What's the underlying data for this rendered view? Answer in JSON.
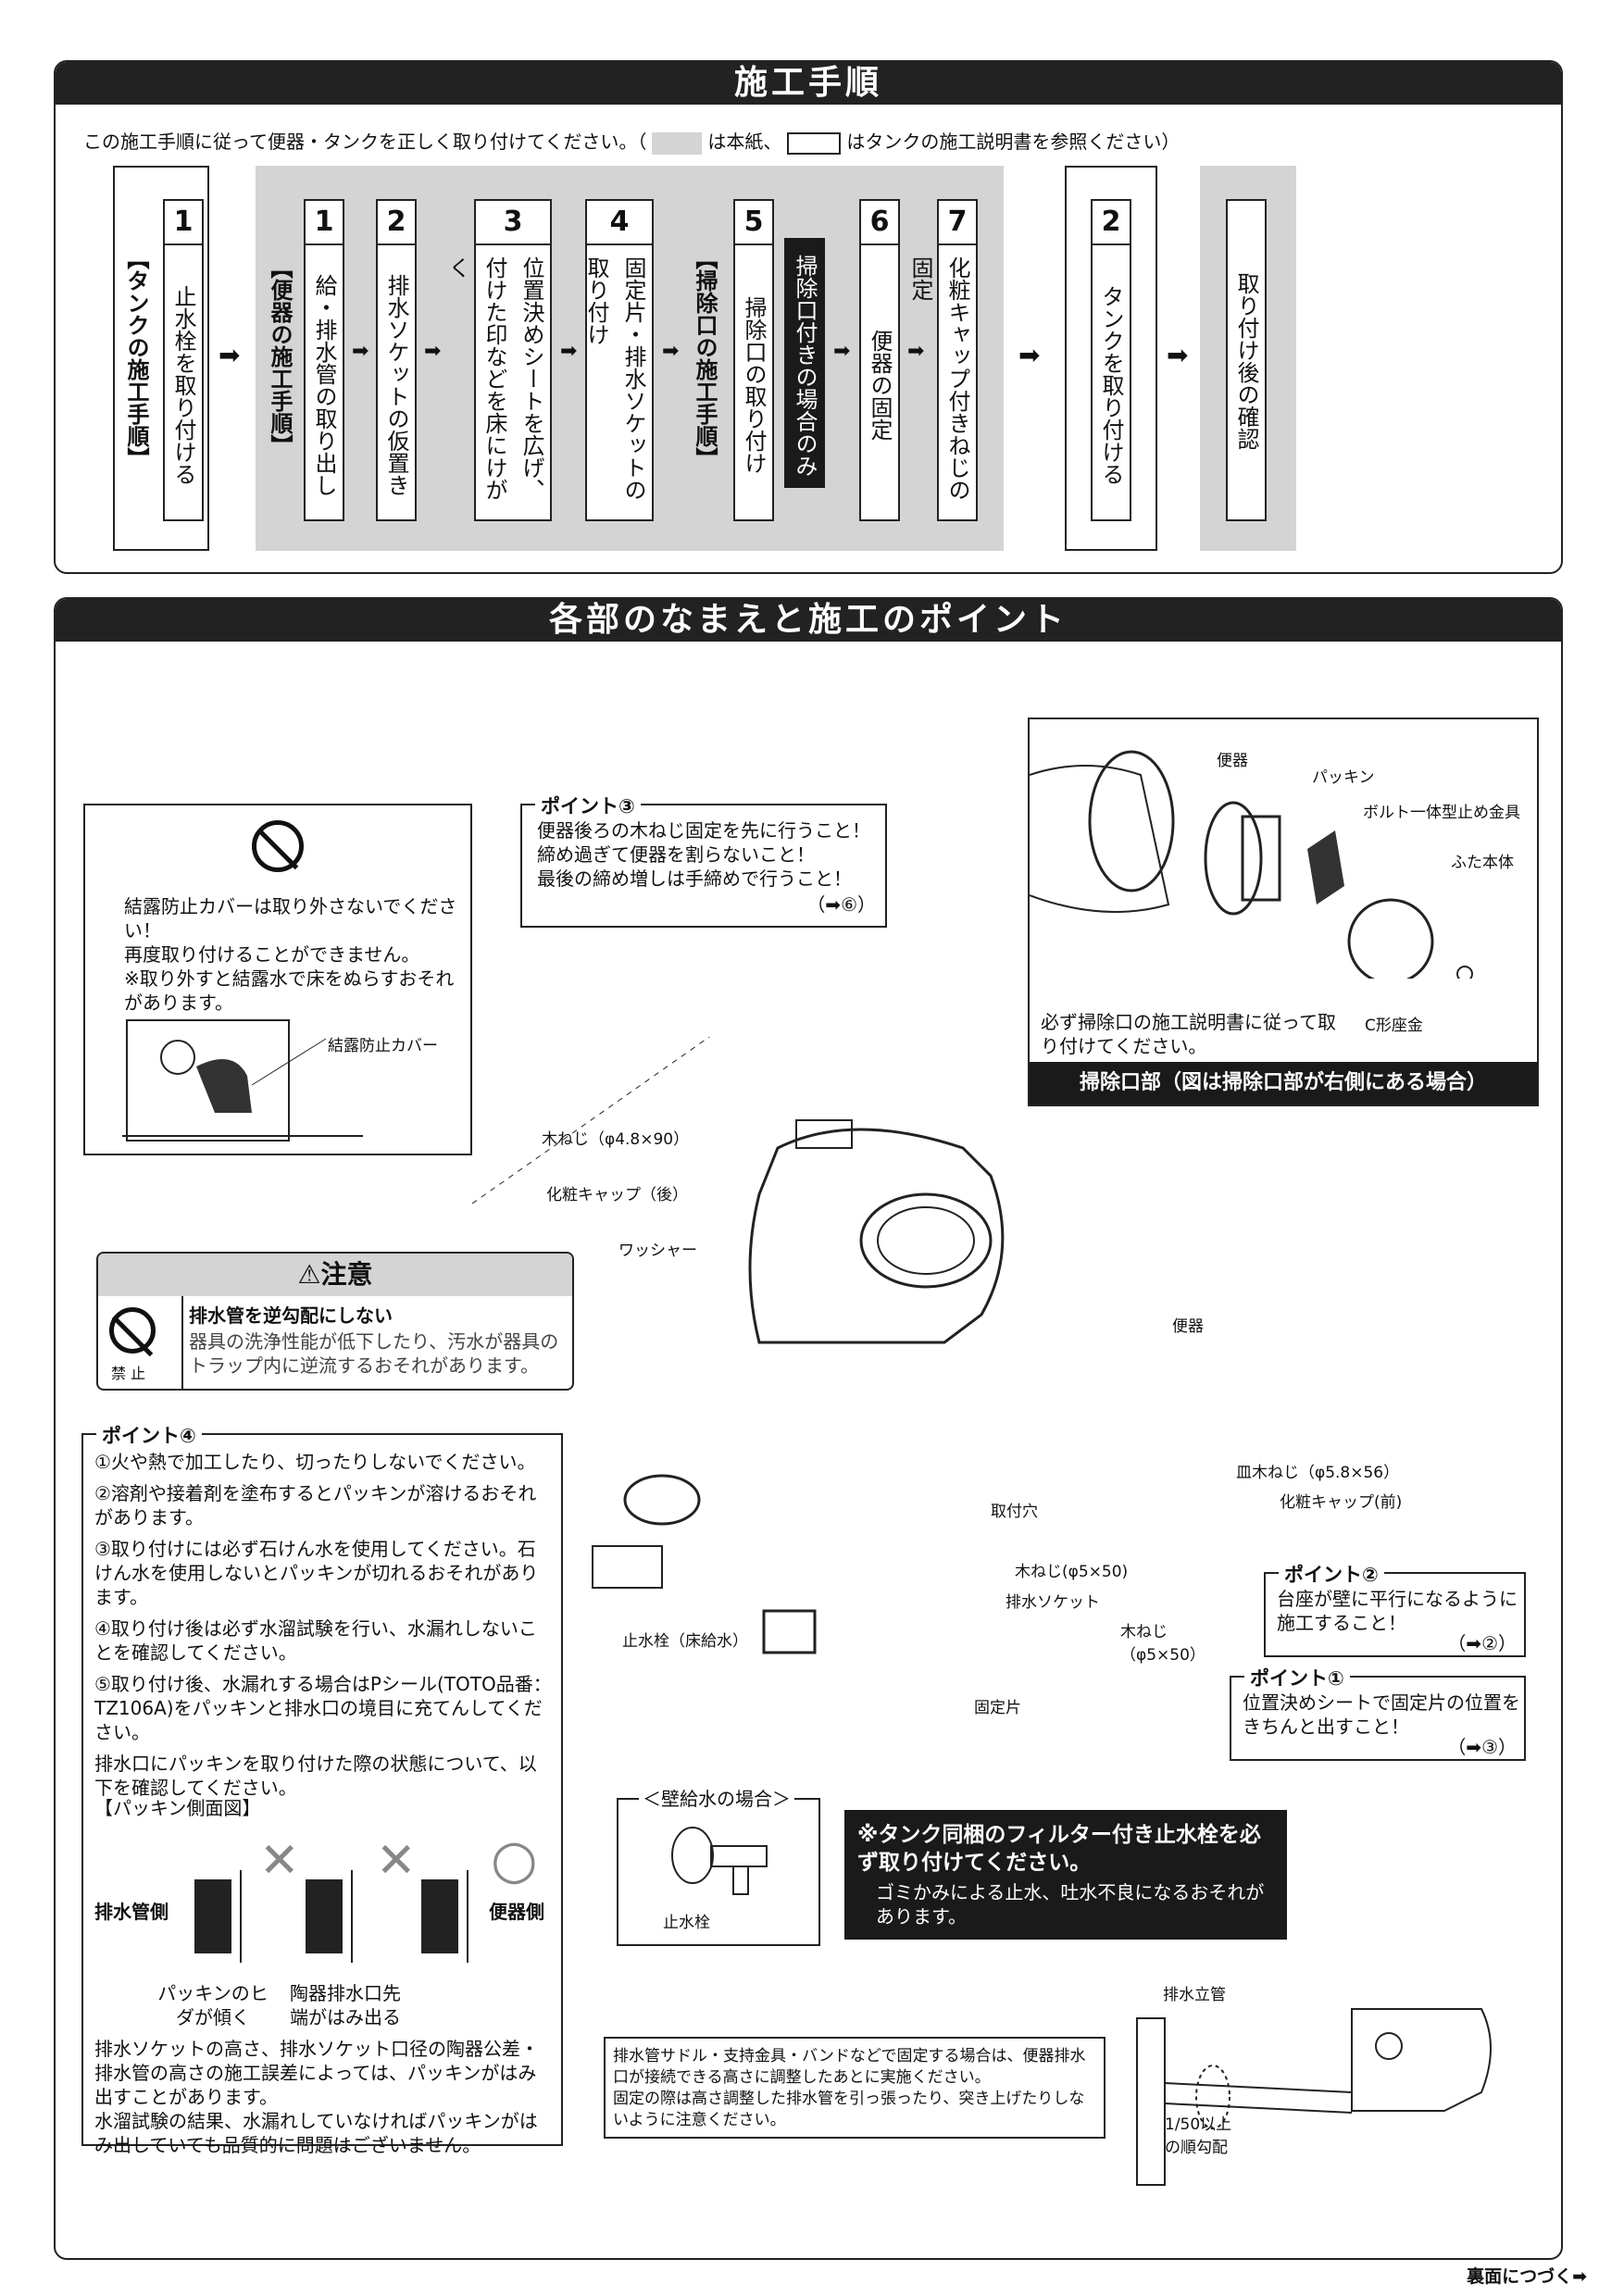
{
  "section1": {
    "title": "施工手順",
    "intro_a": "この施工手順に従って便器・タンクを正しく取り付けてください。（",
    "intro_b": "は本紙、",
    "intro_c": "はタンクの施工説明書を参照ください）",
    "tank_group_label": "【タンクの施工手順】",
    "toilet_group_label": "【便器の施工手順】",
    "cleanout_group_label": "【掃除口の施工手順】",
    "tank_steps": [
      {
        "num": "1",
        "text": "止水栓を取り付ける"
      }
    ],
    "toilet_steps": [
      {
        "num": "1",
        "text": "給・排水管の取り出し"
      },
      {
        "num": "2",
        "text": "排水ソケットの仮置き"
      },
      {
        "num": "3",
        "text": "位置決めシートを広げ、付けた印などを床にけがく"
      },
      {
        "num": "4",
        "text": "固定片・排水ソケットの取り付け"
      }
    ],
    "cleanout_steps": [
      {
        "num": "5",
        "text": "掃除口の取り付け"
      }
    ],
    "cleanout_only": "掃除口付きの場合のみ",
    "toilet_steps_after": [
      {
        "num": "6",
        "text": "便器の固定"
      },
      {
        "num": "7",
        "text": "化粧キャップ付きねじの固定"
      }
    ],
    "tank_steps_after": [
      {
        "num": "2",
        "text": "タンクを取り付ける"
      }
    ],
    "final_step": "取り付け後の確認",
    "arrow_glyph": "➡"
  },
  "section2": {
    "title": "各部のなまえと施工のポイント",
    "condensation": {
      "text": "結露防止カバーは取り外さないでください！\n再度取り付けることができません。\n※取り外すと結露水で床をぬらすおそれがあります。",
      "label": "結露防止カバー"
    },
    "point3": {
      "title": "ポイント③",
      "lines": [
        "便器後ろの木ねじ固定を先に行うこと！",
        "締め過ぎて便器を割らないこと！",
        "最後の締め増しは手締めで行うこと！"
      ],
      "ref": "（➡⑥）"
    },
    "cleanout": {
      "labels": [
        "便器",
        "パッキン",
        "ボルト一体型止め金具",
        "ふた本体",
        "C形座金"
      ],
      "note": "必ず掃除口の施工説明書に従って取り付けてください。",
      "caption": "掃除口部（図は掃除口部が右側にある場合）"
    },
    "caution": {
      "title": "⚠注意",
      "prohibit_label": "禁 止",
      "heading": "排水管を逆勾配にしない",
      "body": "器具の洗浄性能が低下したり、汚水が器具のトラップ内に逆流するおそれがあります。"
    },
    "parts": {
      "screw": "木ねじ（φ4.8×90）",
      "cap_rear": "化粧キャップ（後）",
      "washer": "ワッシャー",
      "toilet": "便器",
      "mount_hole": "取付穴",
      "plate_screw": "皿木ねじ（φ5.8×56）",
      "cap_front": "化粧キャップ(前)",
      "screw5x50": "木ねじ(φ5×50)",
      "socket": "排水ソケット",
      "screw5x50_b": "木ねじ（φ5×50）",
      "stop_valve": "止水栓（床給水）",
      "fixing": "固定片"
    },
    "point4": {
      "title": "ポイント④",
      "items": [
        "①火や熱で加工したり、切ったりしないでください。",
        "②溶剤や接着剤を塗布するとパッキンが溶けるおそれがあります。",
        "③取り付けには必ず石けん水を使用してください。石けん水を使用しないとパッキンが切れるおそれがあります。",
        "④取り付け後は必ず水溜試験を行い、水漏れしないことを確認してください。",
        "⑤取り付け後、水漏れする場合はPシール(TOTO品番：TZ106A)をパッキンと排水口の境目に充てんしてください。",
        "排水口にパッキンを取り付けた際の状態について、以下を確認してください。"
      ],
      "diagram_title": "【パッキン側面図】",
      "left_label": "排水管側",
      "right_label": "便器側",
      "bad_mark": "✕",
      "good_mark": "○",
      "caption_a": "パッキンのヒダが傾く",
      "caption_b": "陶器排水口先端がはみ出る",
      "footer": "排水ソケットの高さ、排水ソケット口径の陶器公差・排水管の高さの施工誤差によっては、パッキンがはみ出すことがあります。\n水溜試験の結果、水漏れしていなければパッキンがはみ出していても品質的に問題はございません。"
    },
    "point2": {
      "title": "ポイント②",
      "text": "台座が壁に平行になるように施工すること！",
      "ref": "（➡②）"
    },
    "point1": {
      "title": "ポイント①",
      "text": "位置決めシートで固定片の位置をきちんと出すこと！",
      "ref": "（➡③）"
    },
    "wall": {
      "title": "＜壁給水の場合＞",
      "label": "止水栓"
    },
    "filter": {
      "heading": "※タンク同梱のフィルター付き止水栓を必ず取り付けてください。",
      "body": "ゴミかみによる止水、吐水不良になるおそれがあります。"
    },
    "saddle": {
      "text": "排水管サドル・支持金具・バンドなどで固定する場合は、便器排水口が接続できる高さに調整したあとに実施ください。\n固定の際は高さ調整した排水管を引っ張ったり、突き上げたりしないように注意ください。",
      "riser": "排水立管",
      "slope": "1/50以上の順勾配"
    }
  },
  "footer": "裏面につづく➡"
}
